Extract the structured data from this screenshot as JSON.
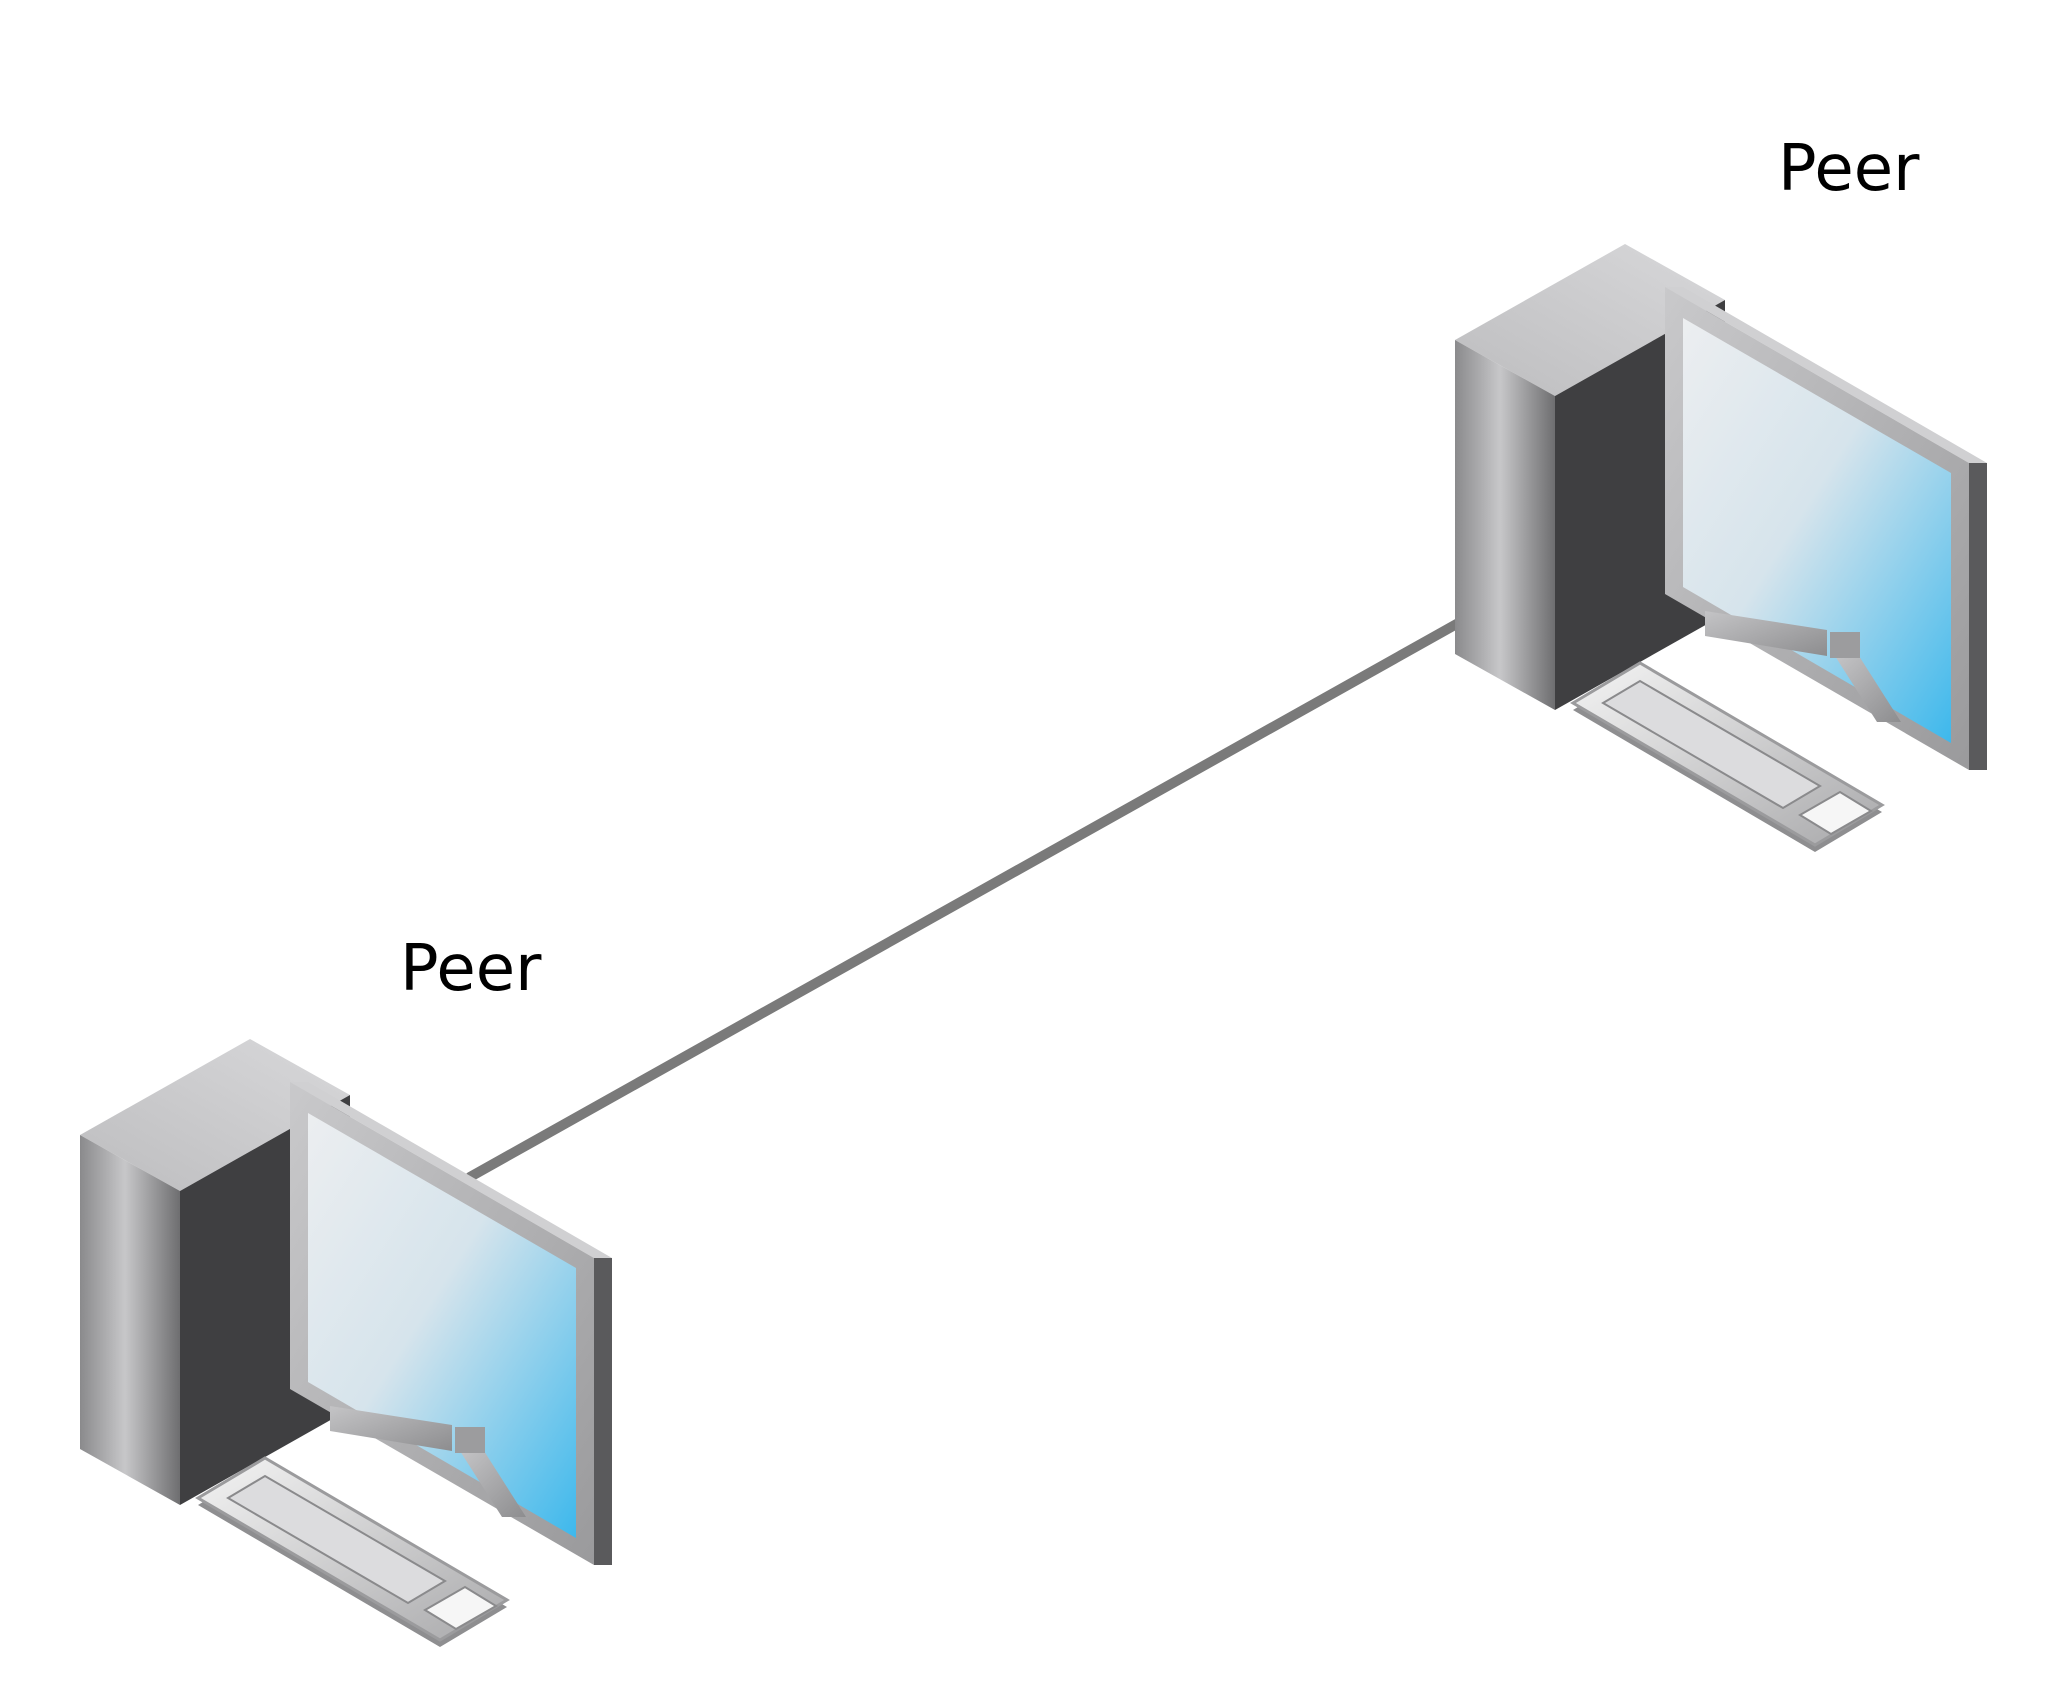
{
  "diagram": {
    "type": "peer-to-peer network",
    "nodes": [
      {
        "id": "peer-top-right",
        "label": "Peer",
        "icon": "desktop-computer-icon"
      },
      {
        "id": "peer-bottom-left",
        "label": "Peer",
        "icon": "desktop-computer-icon"
      }
    ],
    "links": [
      {
        "from": "peer-bottom-left",
        "to": "peer-top-right",
        "color": "#7a7a7a"
      }
    ],
    "colors": {
      "tower_front": "#a8a8a8",
      "tower_side": "#3f3f41",
      "tower_top": "#c4c4c4",
      "screen_start": "#eceef0",
      "screen_end": "#3db8ec",
      "monitor_frame": "#b4b4b4",
      "link": "#7a7a7a"
    }
  }
}
